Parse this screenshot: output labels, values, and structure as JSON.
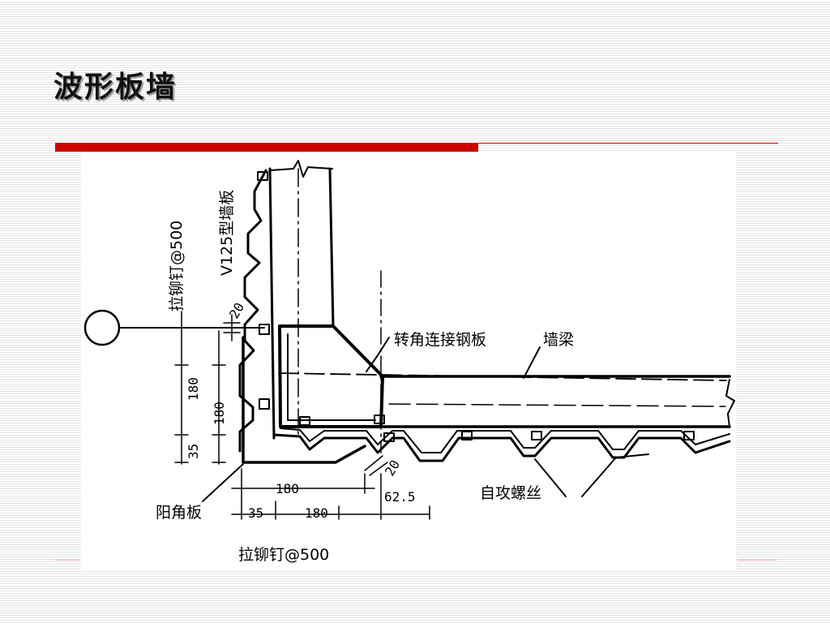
{
  "slide": {
    "title": "波形板墙",
    "accent_color": "#cc0000"
  },
  "diagram": {
    "labels": {
      "wall_panel": "V125型墙板",
      "rivet_left": "拉铆钉@500",
      "corner_plate": "转角连接钢板",
      "wall_beam": "墙梁",
      "self_tapping_screw": "自攻螺丝",
      "outside_corner_plate": "阳角板",
      "rivet_bottom": "拉铆钉@500"
    },
    "dimensions": {
      "d20_top": "20",
      "d180_a": "180",
      "d180_b": "180",
      "d35_left": "35",
      "d20_bottom": "20",
      "d180_bottom_a": "180",
      "d35_bottom": "35",
      "d180_bottom_b": "180",
      "d62_5": "62.5"
    }
  }
}
